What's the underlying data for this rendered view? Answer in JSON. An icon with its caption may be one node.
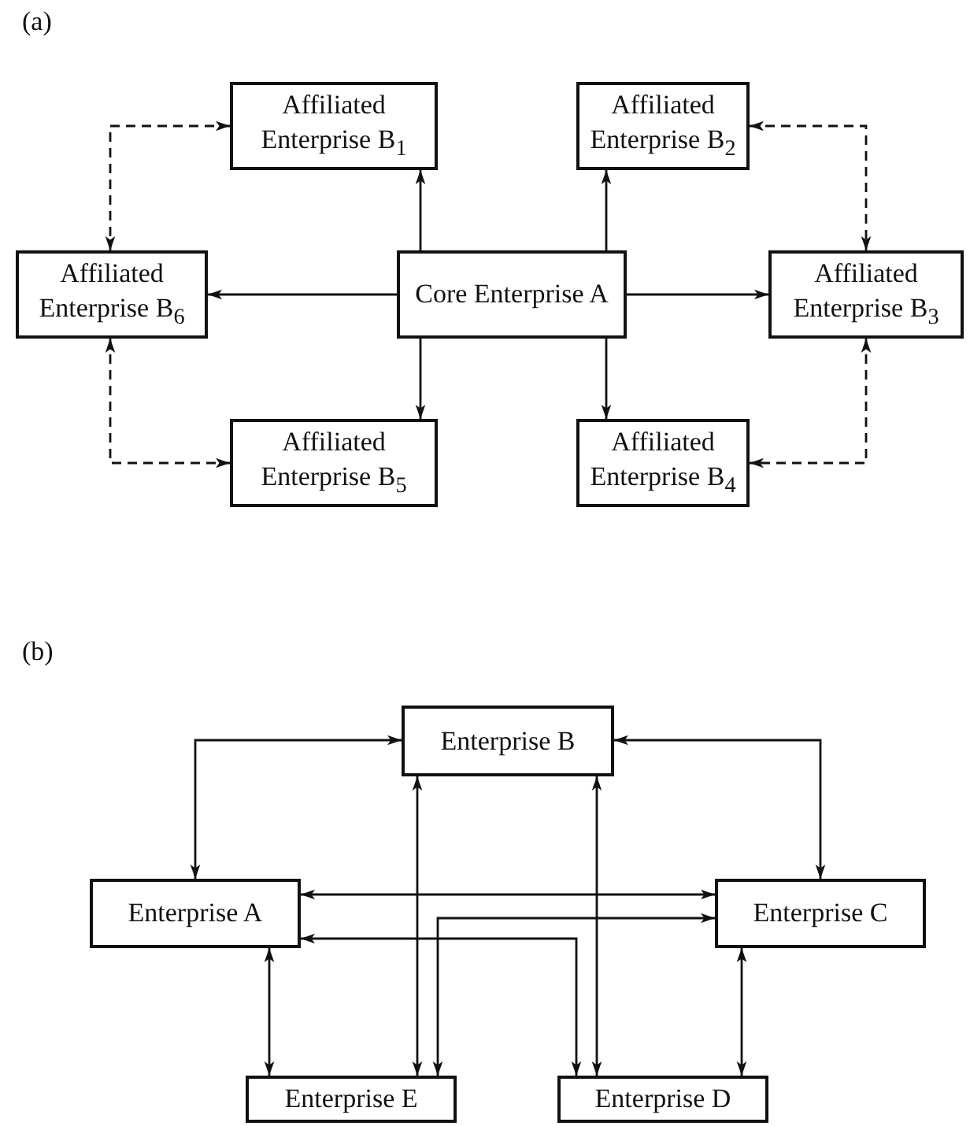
{
  "diagram": {
    "nodes": [
      {
        "text": [
          "Affiliated Enterprise B$_{1}$"
        ]
      },
      {
        "text": [
          "Affiliated Enterprise B$_{2}$"
        ]
      },
      {
        "text": [
          "Affiliated Enterprise B$_{6}$"
        ]
      },
      {
        "text": [
          "Core Enterprise A"
        ]
      },
      {
        "text": [
          "Affiliated Enterprise B$_{3}$"
        ]
      },
      {
        "text": [
          "Affiliated Enterprise B$_{5}$"
        ]
      },
      {
        "text": [
          "Affiliated Enterprise B$_{4}$"
        ]
      },
      {
        "text": [
          "Enterprise B"
        ]
      },
      {
        "text": [
          "Enterprise A"
        ]
      },
      {
        "text": [
          "Enterprise C"
        ]
      },
      {
        "text": [
          "Enterprise E"
        ]
      },
      {
        "text": [
          "Enterprise D"
        ]
      }
    ],
    "edges": [
      {
        "from": 3,
        "to": 0,
        "arrow": "to"
      },
      {
        "from": 3,
        "to": 1,
        "arrow": "to"
      },
      {
        "from": 3,
        "to": 2,
        "arrow": "to"
      },
      {
        "from": 3,
        "to": 4,
        "arrow": "to"
      },
      {
        "from": 3,
        "to": 5,
        "arrow": "to"
      },
      {
        "from": 3,
        "to": 6,
        "arrow": "to"
      },
      {
        "from": 0,
        "to": 2,
        "arrow": "both",
        "style": "dashed"
      },
      {
        "from": 2,
        "to": 5,
        "arrow": "both",
        "style": "dashed"
      },
      {
        "from": 1,
        "to": 4,
        "arrow": "both",
        "style": "dashed"
      },
      {
        "from": 4,
        "to": 6,
        "arrow": "both",
        "style": "dashed"
      },
      {
        "from": 8,
        "to": 7,
        "arrow": "both"
      },
      {
        "from": 7,
        "to": 9,
        "arrow": "both"
      },
      {
        "from": 8,
        "to": 9,
        "arrow": "both"
      },
      {
        "from": 8,
        "to": 11,
        "arrow": "both"
      },
      {
        "from": 10,
        "to": 9,
        "arrow": "both"
      },
      {
        "from": 7,
        "to": 10,
        "arrow": "both"
      },
      {
        "from": 7,
        "to": 11,
        "arrow": "both"
      },
      {
        "from": 8,
        "to": 10,
        "arrow": "both"
      },
      {
        "from": 9,
        "to": 11,
        "arrow": "both"
      }
    ],
    "labels": [
      "(a)",
      "(b)"
    ]
  }
}
